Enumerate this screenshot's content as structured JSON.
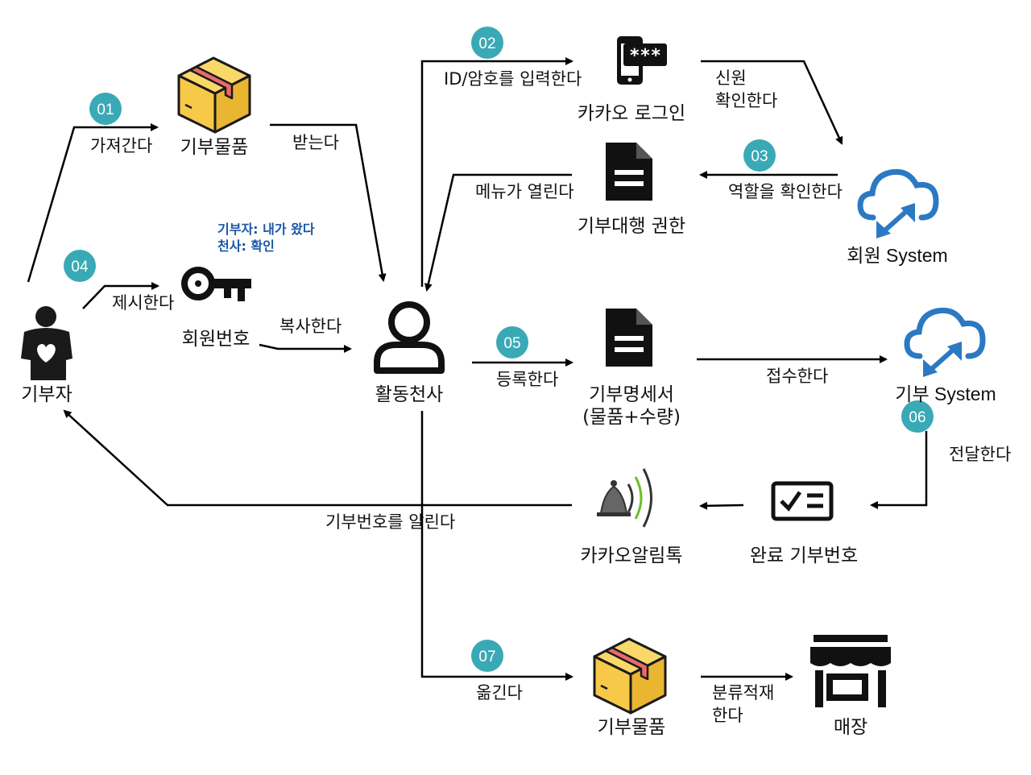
{
  "nodes": {
    "donor": "기부자",
    "item_top": "기부물품",
    "member_no": "회원번호",
    "angel": "활동천사",
    "kakao_login": "카카오 로그인",
    "proxy_auth": "기부대행 권한",
    "member_system": "회원 System",
    "statement_line1": "기부명세서",
    "statement_line2": "(물품+수량)",
    "donation_system": "기부 System",
    "kakao_talk": "카카오알림톡",
    "complete_no": "완료 기부번호",
    "item_bottom": "기부물품",
    "store": "매장"
  },
  "labels": {
    "bring": "가져간다",
    "receive": "받는다",
    "present": "제시한다",
    "copy": "복사한다",
    "enter_id": "ID/암호를 입력한다",
    "verify_line1": "신원",
    "verify_line2": "확인한다",
    "role_check": "역할을 확인한다",
    "menu_open": "메뉴가 열린다",
    "register": "등록한다",
    "accept": "접수한다",
    "deliver": "전달한다",
    "notify": "기부번호를 알린다",
    "move": "옮긴다",
    "sort_line1": "분류적재",
    "sort_line2": "한다"
  },
  "note": {
    "line1": "기부자: 내가 왔다",
    "line2": "천사: 확인"
  },
  "badges": [
    "01",
    "02",
    "03",
    "04",
    "05",
    "06",
    "07"
  ],
  "icons": {
    "donor": "donor-heart-icon",
    "item": "package-box-icon",
    "key": "key-icon",
    "person": "person-icon",
    "phone_login": "phone-password-icon",
    "document": "document-icon",
    "cloud": "cloud-sync-icon",
    "bell": "notification-bell-icon",
    "checklist": "checklist-icon",
    "store": "store-icon"
  },
  "colors": {
    "badge": "#3aa9b6",
    "note_text": "#1a56a8",
    "box_body": "#f7c948",
    "box_tape": "#e86a6a",
    "cloud": "#2b79c2",
    "bell_wave": "#6cbf2a"
  }
}
